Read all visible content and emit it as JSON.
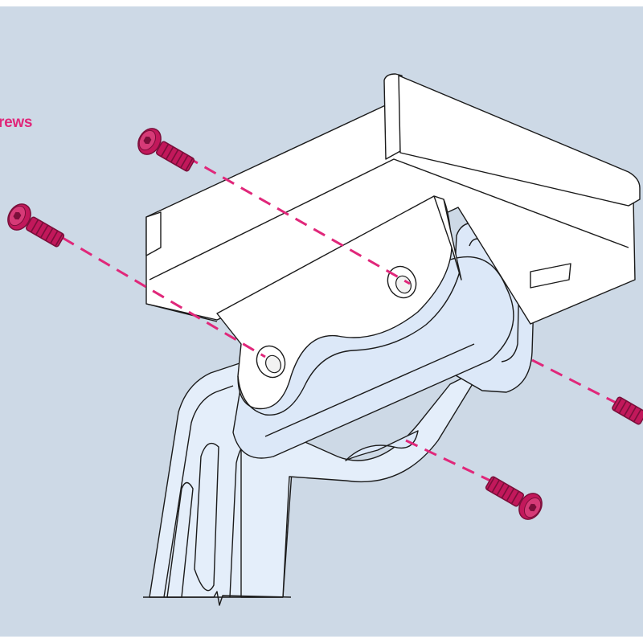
{
  "diagram": {
    "callout_label": "rews",
    "colors": {
      "background": "#cdd9e6",
      "bottom_bar": "#ffffff",
      "accent": "#e0277a",
      "screw_fill": "#c2185b",
      "screw_dark": "#7a0f3a",
      "part_fill": "#ffffff",
      "pivot_fill": "#dce8f8",
      "arm_fill": "#e4eefa",
      "outline": "#1b1b1b"
    },
    "parts": [
      "mounting-bracket",
      "pivot-block",
      "support-arm",
      "screws"
    ],
    "screw_count": 4
  }
}
